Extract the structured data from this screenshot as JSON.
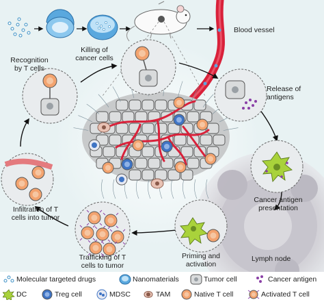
{
  "labels": {
    "blood_vessel": "Blood vessel",
    "recognition": [
      "Recognition",
      "by T cells"
    ],
    "killing": [
      "Killing of",
      "cancer cells"
    ],
    "release": [
      "Release of",
      "antigens"
    ],
    "presentation": [
      "Cancer antigen",
      "presentation"
    ],
    "priming": [
      "Priming and",
      "activation"
    ],
    "lymph_node": "Lymph node",
    "trafficking": [
      "Trafficking of T",
      "cells to tumor"
    ],
    "infiltration": [
      "Infiltration of T",
      "cells into tumor"
    ]
  },
  "legend_row1": [
    {
      "icon": "molecular-drugs",
      "label": "Molecular targeted drugs"
    },
    {
      "icon": "nanomaterials",
      "label": "Nanomaterials"
    },
    {
      "icon": "tumor-cell",
      "label": "Tumor cell"
    },
    {
      "icon": "cancer-antigen",
      "label": "Cancer antigen"
    }
  ],
  "legend_row2": [
    {
      "icon": "dc",
      "label": "DC"
    },
    {
      "icon": "treg-cell",
      "label": "Treg cell"
    },
    {
      "icon": "mdsc",
      "label": "MDSC"
    },
    {
      "icon": "tam",
      "label": "TAM"
    },
    {
      "icon": "native-t-cell",
      "label": "Native T cell"
    },
    {
      "icon": "activated-t-cell",
      "label": "Activated T cell"
    }
  ],
  "colors": {
    "background": "#e8f2f3",
    "tumor_cell": "#d3d5d6",
    "vessel": "#d9213a",
    "t_cell": "#f3a36f",
    "treg": "#3f74c4",
    "dc": "#a9d23b",
    "antigen": "#8a3fa6",
    "nanomaterial": "#6cb7e6",
    "lymph_node": "#c5c0c8"
  }
}
